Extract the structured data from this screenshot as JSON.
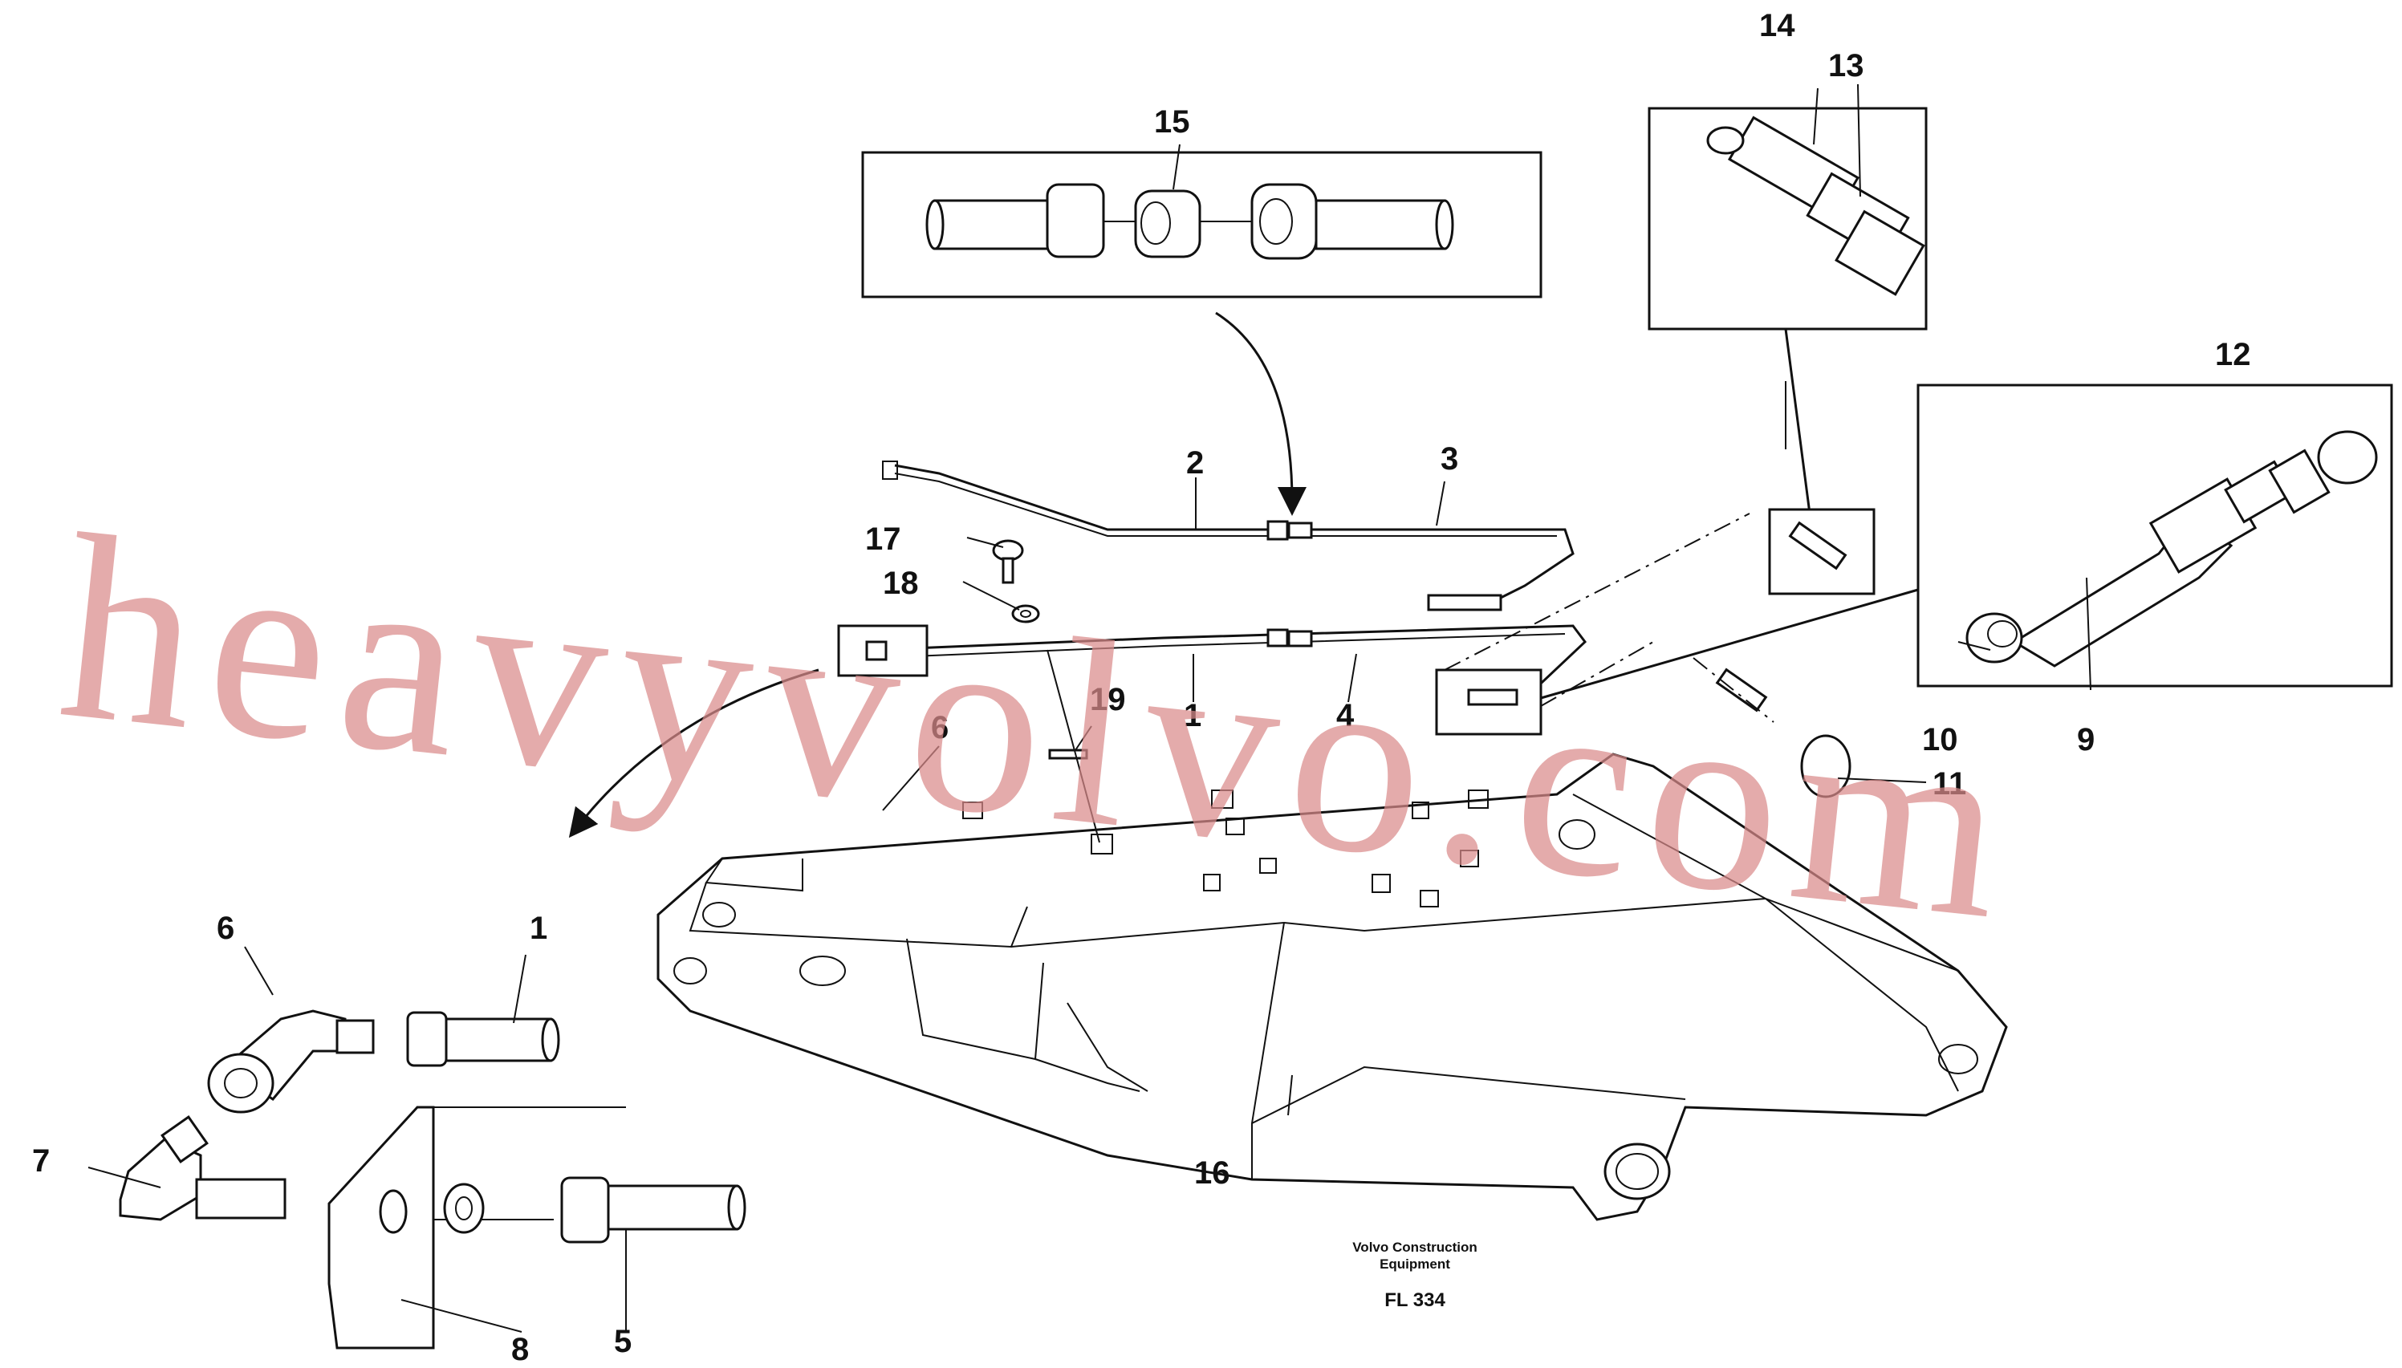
{
  "callouts": {
    "c1a": "1",
    "c1b": "1",
    "c2": "2",
    "c3": "3",
    "c4": "4",
    "c5": "5",
    "c6a": "6",
    "c6b": "6",
    "c7": "7",
    "c8": "8",
    "c9": "9",
    "c10": "10",
    "c11": "11",
    "c12": "12",
    "c13": "13",
    "c14": "14",
    "c15": "15",
    "c16": "16",
    "c17": "17",
    "c18": "18",
    "c19": "19"
  },
  "caption": {
    "line1": "Volvo Construction",
    "line2": "Equipment",
    "code": "FL 334"
  },
  "watermark": "heavyvolvo.com",
  "colors": {
    "line": "#111111",
    "watermark": "#d98b8b",
    "background": "#ffffff"
  }
}
